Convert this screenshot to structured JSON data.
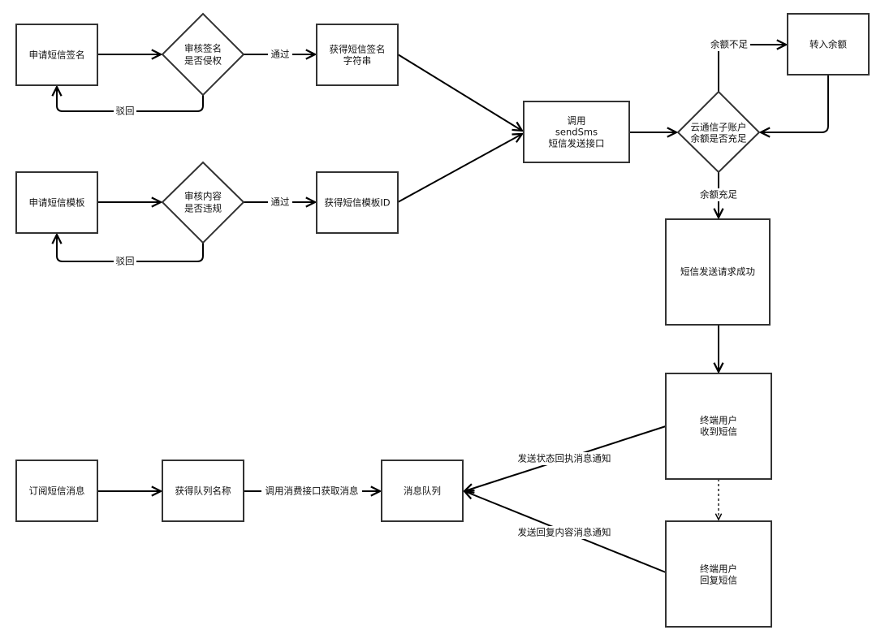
{
  "nodes": {
    "apply_sign": "申请短信签名",
    "review_sign": [
      "审核签名",
      "是否侵权"
    ],
    "get_sign": [
      "获得短信签名",
      "字符串"
    ],
    "apply_tpl": "申请短信模板",
    "review_tpl": [
      "审核内容",
      "是否违规"
    ],
    "get_tpl": "获得短信模板ID",
    "send_sms": [
      "调用",
      "sendSms",
      "短信发送接口"
    ],
    "balance_check": [
      "云通信子账户",
      "余额是否充足"
    ],
    "top_up": "转入余额",
    "send_ok": "短信发送请求成功",
    "user_recv": [
      "终端用户",
      "收到短信"
    ],
    "user_reply": [
      "终端用户",
      "回复短信"
    ],
    "subscribe": "订阅短信消息",
    "get_queue": "获得队列名称",
    "queue": "消息队列"
  },
  "edges": {
    "pass1": "通过",
    "reject1": "驳回",
    "pass2": "通过",
    "reject2": "驳回",
    "insufficient": "余额不足",
    "sufficient": "余额充足",
    "consume": "调用消费接口获取消息",
    "status_report": "发送状态回执消息通知",
    "reply_notify": "发送回复内容消息通知"
  }
}
